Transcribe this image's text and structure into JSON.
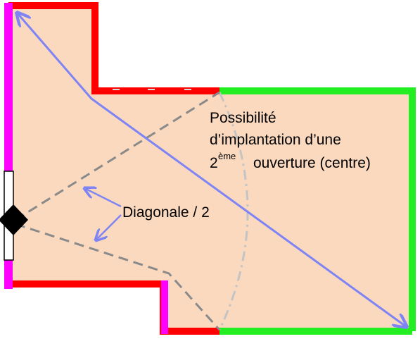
{
  "labels": {
    "opening_line1": "Possibilité",
    "opening_line2": "d’implantation d’une",
    "opening_line3_num": "2",
    "opening_line3_sup": "ème",
    "opening_line3_rest": "ouverture (centre)",
    "diagonal": "Diagonale / 2"
  },
  "colors": {
    "floor": "#fad9bf",
    "wall_red": "#ff0000",
    "wall_green": "#22ee22",
    "wall_magenta": "#ff00ff",
    "diagonal_arrow": "#7f84f5",
    "dashed_guides": "#8a8a8a",
    "arc": "#c4c4c4",
    "door_marker": "#000000"
  }
}
